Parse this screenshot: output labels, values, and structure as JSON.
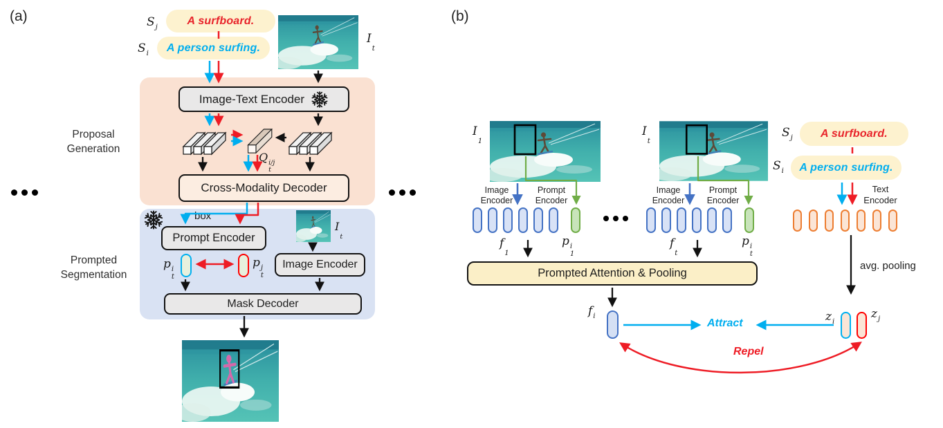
{
  "shared": {
    "prompt_surfboard": "A surfboard.",
    "prompt_person": "A person surfing."
  },
  "panel_a": {
    "tag": "(a)",
    "stage1": {
      "line1": "Proposal",
      "line2": "Generation"
    },
    "stage2": {
      "line1": "Prompted",
      "line2": "Segmentation"
    },
    "image_text_encoder": "Image-Text Encoder",
    "cross_modality_decoder": "Cross-Modality Decoder",
    "prompt_encoder": "Prompt Encoder",
    "image_encoder": "Image Encoder",
    "mask_decoder": "Mask Decoder",
    "box_label": "box"
  },
  "panel_b": {
    "tag": "(b)",
    "prompted_attention_pooling": "Prompted Attention & Pooling",
    "image_encoder": {
      "line1": "Image",
      "line2": "Encoder"
    },
    "prompt_encoder": {
      "line1": "Prompt",
      "line2": "Encoder"
    },
    "text_encoder": {
      "line1": "Text",
      "line2": "Encoder"
    },
    "avg_pooling": "avg. pooling",
    "attract": "Attract",
    "repel": "Repel"
  },
  "math": {
    "S_j": {
      "base": "S",
      "sup": "j"
    },
    "S_i": {
      "base": "S",
      "sup": "i"
    },
    "I_t": {
      "base": "I",
      "sub": "t"
    },
    "I_1": {
      "base": "I",
      "sub": "1"
    },
    "Q_t_ij": {
      "base": "Q",
      "sub": "t",
      "sup": "i/j"
    },
    "p_t_i": {
      "base": "p",
      "sub": "t",
      "sup": "i"
    },
    "p_t_j": {
      "base": "p",
      "sub": "t",
      "sup": "j"
    },
    "p_1_i": {
      "base": "p",
      "sub": "1",
      "sup": "i"
    },
    "f_1": {
      "base": "f",
      "sub": "1"
    },
    "f_t": {
      "base": "f",
      "sub": "t"
    },
    "f_i": {
      "base": "f",
      "sup": "i"
    },
    "z_i": {
      "base": "z",
      "sup": "i"
    },
    "z_j": {
      "base": "z",
      "sup": "j"
    }
  },
  "colors": {
    "red_accent": "#E8232A",
    "cyan_accent": "#00AEEF",
    "navy_accent": "#4472C4",
    "green_accent": "#70AD47",
    "orange_capsule_border": "#ED7D31",
    "proposal_panel": "#FAE1D2",
    "segmentation_panel": "#D9E2F3",
    "prompt_bubble": "#FDF2CF",
    "attention_box": "#FBEFC7",
    "encoder_box": "#E9E8E8"
  }
}
